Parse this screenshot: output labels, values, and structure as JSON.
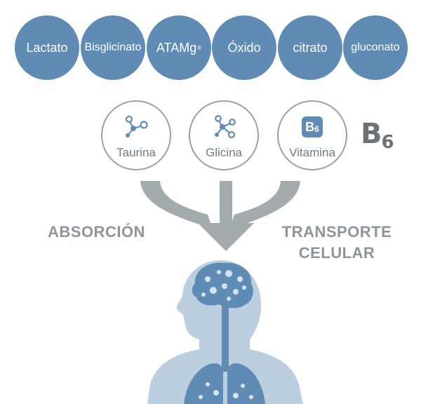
{
  "magnesium_forms": [
    {
      "label": "Lactato"
    },
    {
      "label": "Bisglicinato"
    },
    {
      "label": "ATAMg",
      "mark": "®"
    },
    {
      "label": "Óxido"
    },
    {
      "label": "citrato"
    },
    {
      "label": "gluconato"
    }
  ],
  "cofactors": [
    {
      "label": "Taurina",
      "icon": "molecule-icon"
    },
    {
      "label": "Glicina",
      "icon": "molecule-icon"
    },
    {
      "label": "Vitamina",
      "icon": "b6-badge-icon",
      "badge": "B",
      "badge_sub": "6"
    }
  ],
  "b6_mark": {
    "letter": "B",
    "sub": "6"
  },
  "labels": {
    "left": "ABSORCIÓN",
    "right_line1": "TRANSPORTE",
    "right_line2": "CELULAR"
  },
  "colors": {
    "primary_blue": "#5f8bb4",
    "arrow_gray": "#a4abae",
    "body_light": "#bccfe0",
    "organ_blue": "#5f8bb4"
  }
}
